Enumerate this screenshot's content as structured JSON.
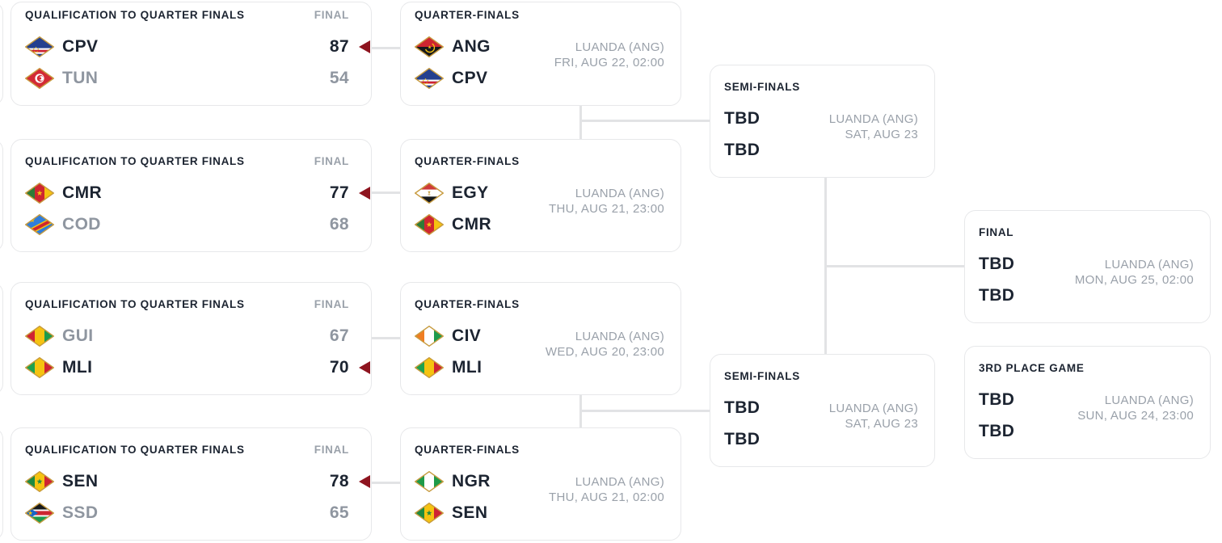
{
  "colors": {
    "winner_arrow": "#8e141f",
    "text_dark": "#1c2431",
    "text_muted": "#9aa1aa",
    "card_border": "#e7e8ea",
    "connector": "#e2e3e5",
    "flag_border_gold": "#c79b3f"
  },
  "cards": [
    {
      "type": "qualification",
      "title": "QUALIFICATION TO QUARTER FINALS",
      "status": "FINAL",
      "teams": [
        {
          "code": "CPV",
          "score": "87",
          "result": "win",
          "flag_icon": "cpv-flag-icon"
        },
        {
          "code": "TUN",
          "score": "54",
          "result": "loss",
          "flag_icon": "tun-flag-icon"
        }
      ]
    },
    {
      "type": "qualification",
      "title": "QUALIFICATION TO QUARTER FINALS",
      "status": "FINAL",
      "teams": [
        {
          "code": "CMR",
          "score": "77",
          "result": "win",
          "flag_icon": "cmr-flag-icon"
        },
        {
          "code": "COD",
          "score": "68",
          "result": "loss",
          "flag_icon": "cod-flag-icon"
        }
      ]
    },
    {
      "type": "qualification",
      "title": "QUALIFICATION TO QUARTER FINALS",
      "status": "FINAL",
      "teams": [
        {
          "code": "GUI",
          "score": "67",
          "result": "loss",
          "flag_icon": "gui-flag-icon"
        },
        {
          "code": "MLI",
          "score": "70",
          "result": "win",
          "flag_icon": "mli-flag-icon"
        }
      ]
    },
    {
      "type": "qualification",
      "title": "QUALIFICATION TO QUARTER FINALS",
      "status": "FINAL",
      "teams": [
        {
          "code": "SEN",
          "score": "78",
          "result": "win",
          "flag_icon": "sen-flag-icon"
        },
        {
          "code": "SSD",
          "score": "65",
          "result": "loss",
          "flag_icon": "ssd-flag-icon"
        }
      ]
    },
    {
      "type": "quarter-final",
      "title": "QUARTER-FINALS",
      "venue": "LUANDA (ANG)",
      "datetime": "FRI, AUG 22, 02:00",
      "teams": [
        {
          "code": "ANG",
          "flag_icon": "ang-flag-icon"
        },
        {
          "code": "CPV",
          "flag_icon": "cpv-flag-icon"
        }
      ]
    },
    {
      "type": "quarter-final",
      "title": "QUARTER-FINALS",
      "venue": "LUANDA (ANG)",
      "datetime": "THU, AUG 21, 23:00",
      "teams": [
        {
          "code": "EGY",
          "flag_icon": "egy-flag-icon"
        },
        {
          "code": "CMR",
          "flag_icon": "cmr-flag-icon"
        }
      ]
    },
    {
      "type": "quarter-final",
      "title": "QUARTER-FINALS",
      "venue": "LUANDA (ANG)",
      "datetime": "WED, AUG 20, 23:00",
      "teams": [
        {
          "code": "CIV",
          "flag_icon": "civ-flag-icon"
        },
        {
          "code": "MLI",
          "flag_icon": "mli-flag-icon"
        }
      ]
    },
    {
      "type": "quarter-final",
      "title": "QUARTER-FINALS",
      "venue": "LUANDA (ANG)",
      "datetime": "THU, AUG 21, 02:00",
      "teams": [
        {
          "code": "NGR",
          "flag_icon": "ngr-flag-icon"
        },
        {
          "code": "SEN",
          "flag_icon": "sen-flag-icon"
        }
      ]
    },
    {
      "type": "semi-final",
      "title": "SEMI-FINALS",
      "venue": "LUANDA (ANG)",
      "datetime": "SAT, AUG 23",
      "teams": [
        {
          "code": "TBD"
        },
        {
          "code": "TBD"
        }
      ]
    },
    {
      "type": "semi-final",
      "title": "SEMI-FINALS",
      "venue": "LUANDA (ANG)",
      "datetime": "SAT, AUG 23",
      "teams": [
        {
          "code": "TBD"
        },
        {
          "code": "TBD"
        }
      ]
    },
    {
      "type": "final",
      "title": "FINAL",
      "venue": "LUANDA (ANG)",
      "datetime": "MON, AUG 25, 02:00",
      "teams": [
        {
          "code": "TBD"
        },
        {
          "code": "TBD"
        }
      ]
    },
    {
      "type": "third-place",
      "title": "3RD PLACE GAME",
      "venue": "LUANDA (ANG)",
      "datetime": "SUN, AUG 24, 23:00",
      "teams": [
        {
          "code": "TBD"
        },
        {
          "code": "TBD"
        }
      ]
    }
  ]
}
